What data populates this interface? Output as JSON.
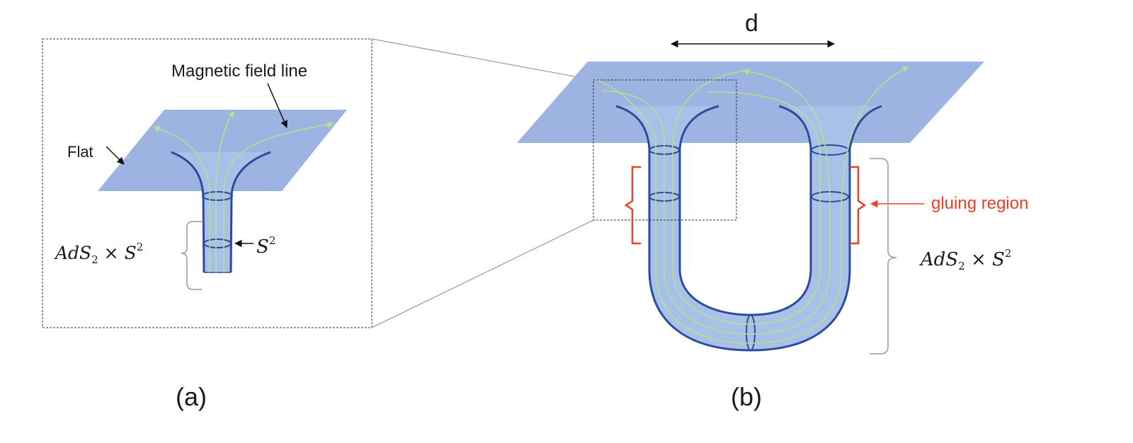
{
  "panel_a": {
    "caption": "(a)",
    "label_magnetic": "Magnetic field line",
    "label_flat": "Flat",
    "label_s2_base": "S",
    "label_s2_exp": "2",
    "label_ads_base": "AdS",
    "label_ads_sub": "2",
    "label_ads_times": " × S",
    "label_ads_exp": "2"
  },
  "panel_b": {
    "caption": "(b)",
    "label_d": "d",
    "label_gluing": "gluing region",
    "label_ads_base": "AdS",
    "label_ads_sub": "2",
    "label_ads_times": " × S",
    "label_ads_exp": "2"
  },
  "colors": {
    "plane": "#9db3e2",
    "tube_fill": "#a9c0e8",
    "tube_edge": "#2b4c9b",
    "field_line": "#b8e08a",
    "red": "#e8402a",
    "bracket": "#9a9a9a"
  }
}
